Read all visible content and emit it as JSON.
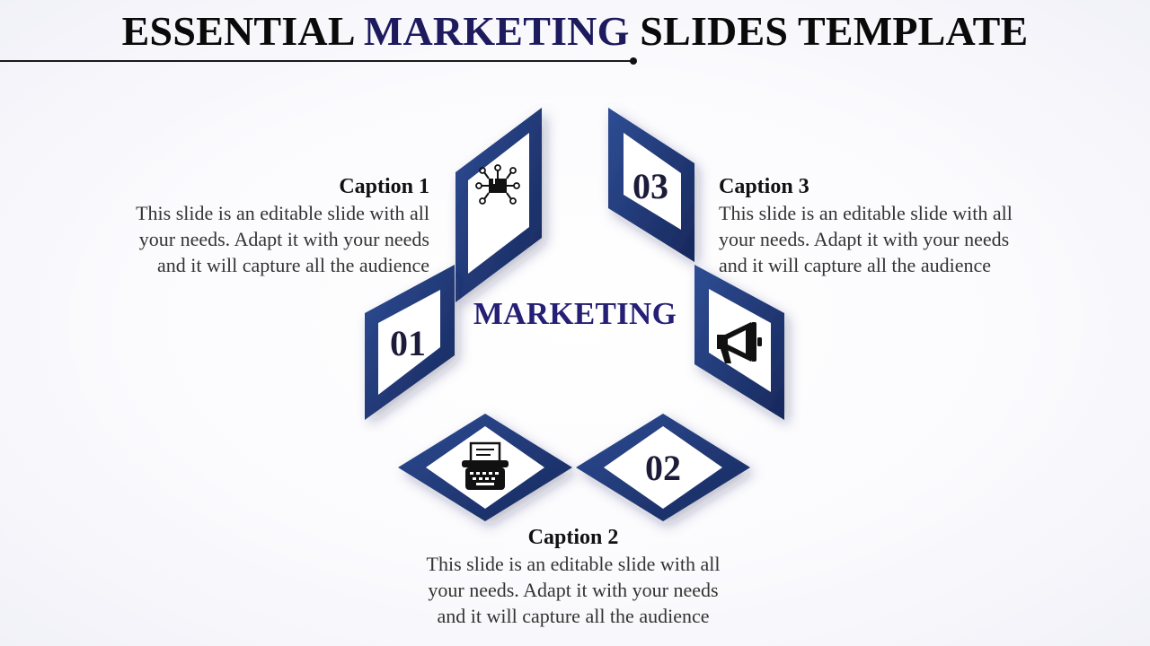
{
  "slide": {
    "title_part1": "ESSENTIAL ",
    "title_highlight": "MARKETING",
    "title_part2": " SLIDES TEMPLATE",
    "center_label": "MARKETING"
  },
  "segments": [
    {
      "number": "01",
      "icon": "network-box-icon"
    },
    {
      "number": "02",
      "icon": "typewriter-icon"
    },
    {
      "number": "03",
      "icon": "megaphone-icon"
    }
  ],
  "captions": [
    {
      "title": "Caption 1",
      "lines": [
        "This slide is an editable slide with all",
        "your needs. Adapt it with your needs",
        "and it will capture all the audience"
      ]
    },
    {
      "title": "Caption 2",
      "lines": [
        "This slide is an editable slide with all",
        "your needs. Adapt it with your needs",
        "and it will capture all the audience"
      ]
    },
    {
      "title": "Caption 3",
      "lines": [
        "This slide is an editable slide with all",
        "your needs. Adapt it with your needs",
        "and it will capture all the audience"
      ]
    }
  ],
  "colors": {
    "accent": "#1d1a5e",
    "shape_dark": "#1a3068",
    "shape_light": "#2e4d94"
  }
}
